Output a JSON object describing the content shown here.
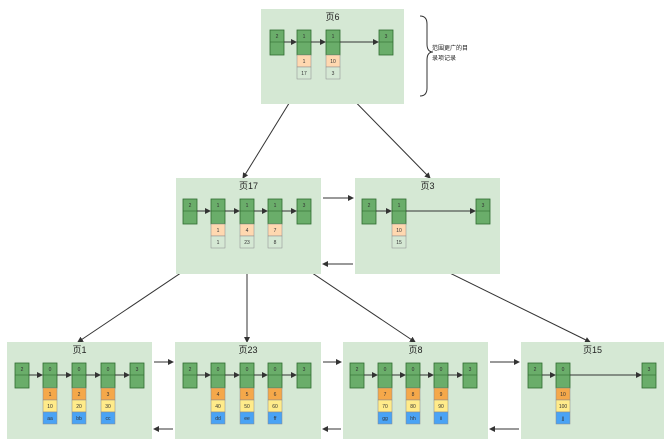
{
  "colors": {
    "page_bg": "#d5e8d4",
    "record": "#6aad6a",
    "record_border": "#2f6b2f",
    "min_key": "#ffd8b0",
    "page_no": "#d5e8d4",
    "orange": "#f5a84a",
    "yellow": "#ffeb8a",
    "blue": "#4aa3f5",
    "arrow": "#333333"
  },
  "note": {
    "lines": [
      "范围更广的目",
      "录项记录"
    ]
  },
  "pages": [
    {
      "id": "page6",
      "title": "页6",
      "records": [
        {
          "header": "2"
        },
        {
          "header": "1",
          "cells": [
            {
              "text": "1",
              "color": "min_key"
            },
            {
              "text": "17",
              "color": "page_no"
            }
          ]
        },
        {
          "header": "1",
          "cells": [
            {
              "text": "10",
              "color": "min_key"
            },
            {
              "text": "3",
              "color": "page_no"
            }
          ]
        },
        {
          "header": "3"
        }
      ]
    },
    {
      "id": "page17",
      "title": "页17",
      "records": [
        {
          "header": "2"
        },
        {
          "header": "1",
          "cells": [
            {
              "text": "1",
              "color": "min_key"
            },
            {
              "text": "1",
              "color": "page_no"
            }
          ]
        },
        {
          "header": "1",
          "cells": [
            {
              "text": "4",
              "color": "min_key"
            },
            {
              "text": "23",
              "color": "page_no"
            }
          ]
        },
        {
          "header": "1",
          "cells": [
            {
              "text": "7",
              "color": "min_key"
            },
            {
              "text": "8",
              "color": "page_no"
            }
          ]
        },
        {
          "header": "3"
        }
      ]
    },
    {
      "id": "page3",
      "title": "页3",
      "records": [
        {
          "header": "2"
        },
        {
          "header": "1",
          "cells": [
            {
              "text": "10",
              "color": "min_key"
            },
            {
              "text": "15",
              "color": "page_no"
            }
          ]
        },
        {
          "header": "3"
        }
      ]
    },
    {
      "id": "page1",
      "title": "页1",
      "records": [
        {
          "header": "2"
        },
        {
          "header": "0",
          "cells": [
            {
              "text": "1",
              "color": "orange"
            },
            {
              "text": "10",
              "color": "yellow"
            },
            {
              "text": "aa",
              "color": "blue"
            }
          ]
        },
        {
          "header": "0",
          "cells": [
            {
              "text": "2",
              "color": "orange"
            },
            {
              "text": "20",
              "color": "yellow"
            },
            {
              "text": "bb",
              "color": "blue"
            }
          ]
        },
        {
          "header": "0",
          "cells": [
            {
              "text": "3",
              "color": "orange"
            },
            {
              "text": "30",
              "color": "yellow"
            },
            {
              "text": "cc",
              "color": "blue"
            }
          ]
        },
        {
          "header": "3"
        }
      ]
    },
    {
      "id": "page23",
      "title": "页23",
      "records": [
        {
          "header": "2"
        },
        {
          "header": "0",
          "cells": [
            {
              "text": "4",
              "color": "orange"
            },
            {
              "text": "40",
              "color": "yellow"
            },
            {
              "text": "dd",
              "color": "blue"
            }
          ]
        },
        {
          "header": "0",
          "cells": [
            {
              "text": "5",
              "color": "orange"
            },
            {
              "text": "50",
              "color": "yellow"
            },
            {
              "text": "ee",
              "color": "blue"
            }
          ]
        },
        {
          "header": "0",
          "cells": [
            {
              "text": "6",
              "color": "orange"
            },
            {
              "text": "60",
              "color": "yellow"
            },
            {
              "text": "ff",
              "color": "blue"
            }
          ]
        },
        {
          "header": "3"
        }
      ]
    },
    {
      "id": "page8",
      "title": "页8",
      "records": [
        {
          "header": "2"
        },
        {
          "header": "0",
          "cells": [
            {
              "text": "7",
              "color": "orange"
            },
            {
              "text": "70",
              "color": "yellow"
            },
            {
              "text": "gg",
              "color": "blue"
            }
          ]
        },
        {
          "header": "0",
          "cells": [
            {
              "text": "8",
              "color": "orange"
            },
            {
              "text": "80",
              "color": "yellow"
            },
            {
              "text": "hh",
              "color": "blue"
            }
          ]
        },
        {
          "header": "0",
          "cells": [
            {
              "text": "9",
              "color": "orange"
            },
            {
              "text": "90",
              "color": "yellow"
            },
            {
              "text": "ii",
              "color": "blue"
            }
          ]
        },
        {
          "header": "3"
        }
      ]
    },
    {
      "id": "page15",
      "title": "页15",
      "records": [
        {
          "header": "2"
        },
        {
          "header": "0",
          "cells": [
            {
              "text": "10",
              "color": "orange"
            },
            {
              "text": "100",
              "color": "yellow"
            },
            {
              "text": "jj",
              "color": "blue"
            }
          ]
        },
        {
          "header": "3"
        }
      ]
    }
  ]
}
